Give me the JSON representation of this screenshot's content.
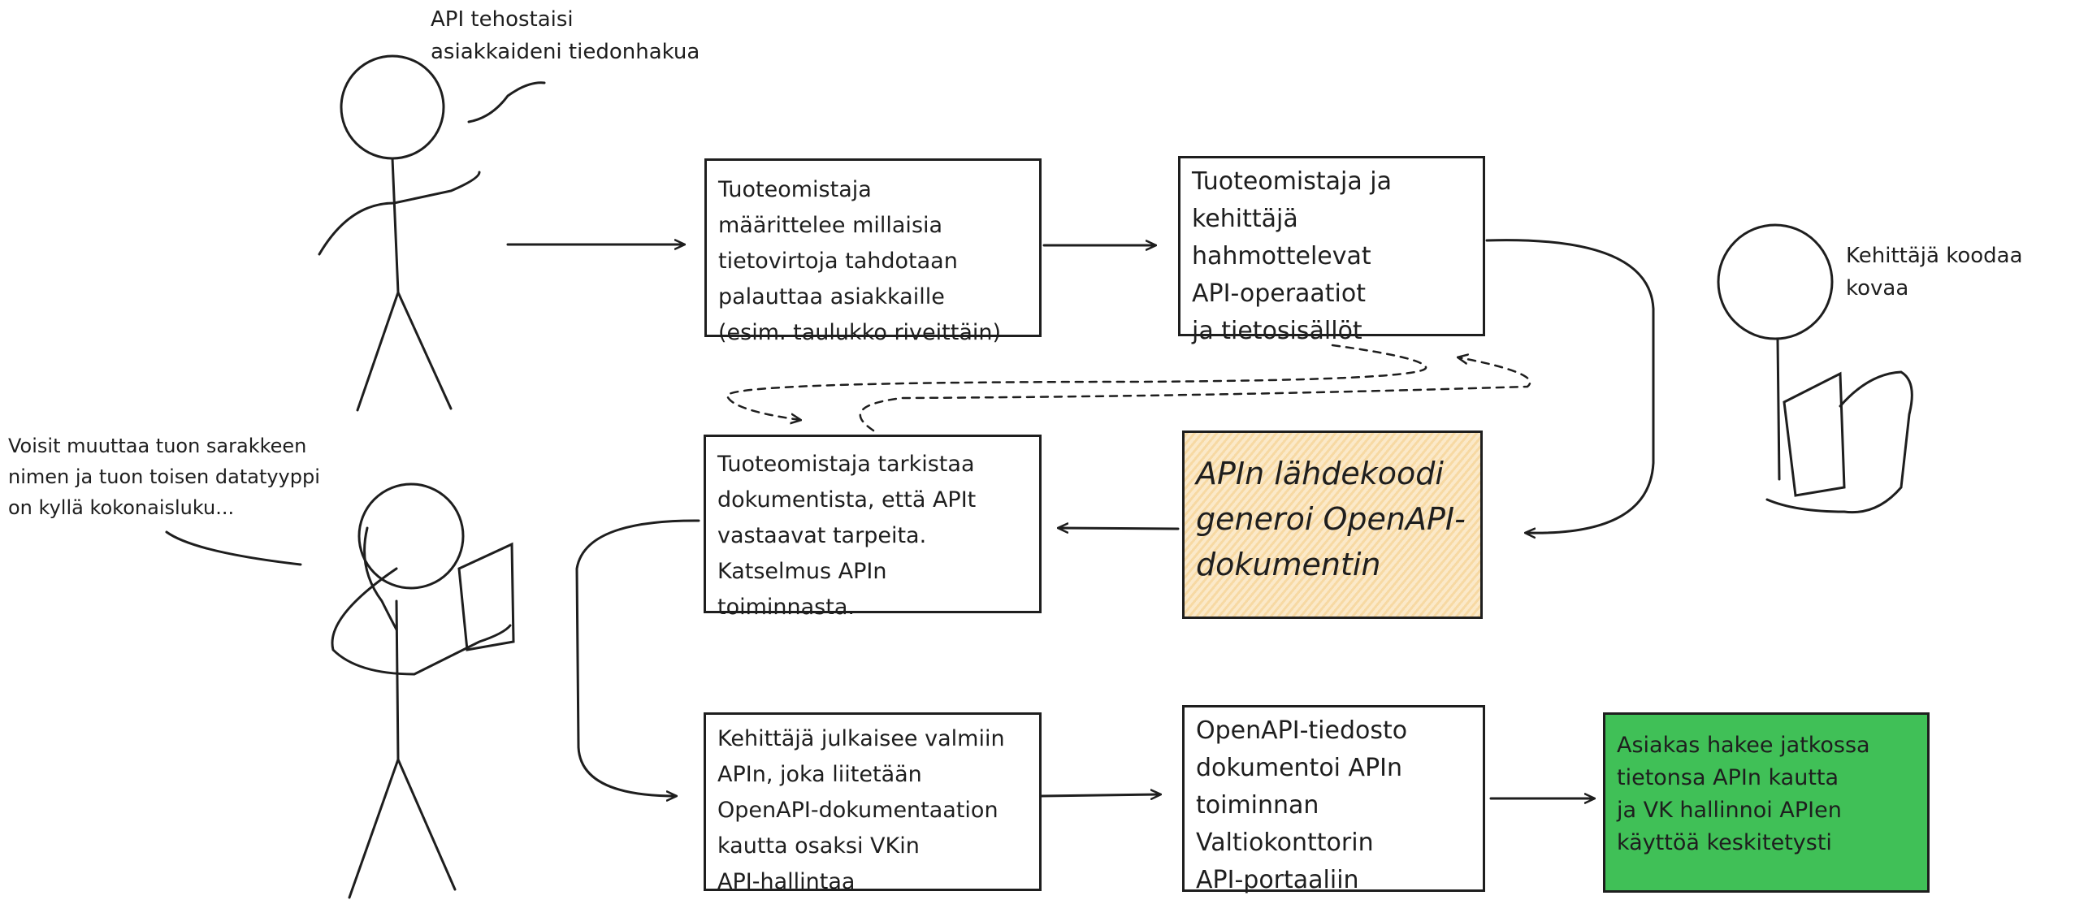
{
  "annotations": {
    "customer_speech": [
      "API tehostaisi",
      "asiakkaideni tiedonhakua"
    ],
    "reviewer_speech": [
      "Voisit muuttaa tuon sarakkeen",
      "nimen ja tuon toisen datatyyppi",
      "on kyllä kokonaisluku..."
    ],
    "developer_note": [
      "Kehittäjä koodaa",
      "kovaa"
    ]
  },
  "boxes": {
    "owner_defines": [
      "Tuoteomistaja",
      "määrittelee millaisia",
      "tietovirtoja tahdotaan",
      "palauttaa asiakkaille",
      "(esim. taulukko riveittäin)"
    ],
    "owner_dev_sketch": [
      "Tuoteomistaja ja",
      "kehittäjä",
      "hahmottelevat",
      "API-operaatiot",
      "ja tietosisällöt"
    ],
    "owner_reviews": [
      "Tuoteomistaja tarkistaa",
      "dokumentista, että APIt",
      "vastaavat tarpeita.",
      "Katselmus APIn",
      "toiminnasta."
    ],
    "generates_doc": [
      "APIn lähdekoodi",
      "generoi OpenAPI-",
      "dokumentin"
    ],
    "dev_publishes": [
      "Kehittäjä julkaisee valmiin",
      "APIn, joka liitetään",
      "OpenAPI-dokumentaation",
      "kautta osaksi VKin",
      "API-hallintaa"
    ],
    "openapi_file": [
      "OpenAPI-tiedosto",
      "dokumentoi APIn",
      "toiminnan",
      "Valtiokonttorin",
      "API-portaaliin"
    ],
    "customer_uses": [
      "Asiakas hakee jatkossa",
      "tietonsa APIn kautta",
      "ja VK hallinnoi APIen",
      "käyttöä keskitetysti"
    ]
  },
  "colors": {
    "stroke": "#1e1e1e",
    "generated_fill": "#fbe9c9",
    "final_fill": "#40c057"
  }
}
